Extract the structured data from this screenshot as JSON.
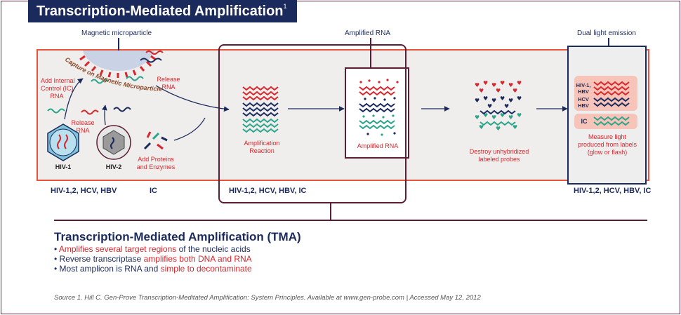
{
  "title": {
    "text": "Transcription-Mediated Amplification",
    "superscript": "1"
  },
  "top_labels": {
    "magnetic": "Magnetic microparticle",
    "amplified_rna": "Amplified RNA",
    "dual": "Dual light emission"
  },
  "stage1": {
    "capture": "Capture on Magnetic Microparticle",
    "add_ic": "Add Internal\nControl (IC)\nRNA",
    "release_left": "Release\nRNA",
    "release_right": "Release\nRNA",
    "hiv1": "HIV-1",
    "hiv2": "HIV-2",
    "proteins": "Add Proteins\nand Enzymes"
  },
  "stage2": {
    "amplification": "Amplification\nReaction"
  },
  "stage3": {
    "amplified": "Amplified RNA"
  },
  "stage4": {
    "destroy": "Destroy unhybridized\nlabeled probes"
  },
  "stage5": {
    "hiv_hbv": "HIV-1,\nHBV",
    "hcv_hbv": "HCV\nHBV",
    "ic": "IC",
    "measure": "Measure light\nproduced from labels\n(glow or flash)"
  },
  "row_labels": {
    "left1": "HIV-1,2, HCV, HBV",
    "left2": "IC",
    "middle": "HIV-1,2, HCV, HBV, IC",
    "right": "HIV-1,2, HCV, HBV, IC"
  },
  "summary": {
    "title": "Transcription-Mediated Amplification (TMA)",
    "b1_hl": "Amplifies several target regions",
    "b1_rest": " of the nucleic acids",
    "b2_pre": "Reverse transcriptase ",
    "b2_hl": "amplifies both DNA and RNA",
    "b3_pre": "Most amplicon is RNA and ",
    "b3_hl": "simple to decontaminate"
  },
  "source": "Source 1. Hill C. Gen-Prove Transcription-Meditated Amplification: System Principles. Available at www.gen-probe.com   |   Accessed May 12, 2012",
  "colors": {
    "navy": "#1b2a5c",
    "maroon": "#5c1e34",
    "red": "#d8262c",
    "teal": "#2aa58a",
    "coral": "#e9533c"
  }
}
